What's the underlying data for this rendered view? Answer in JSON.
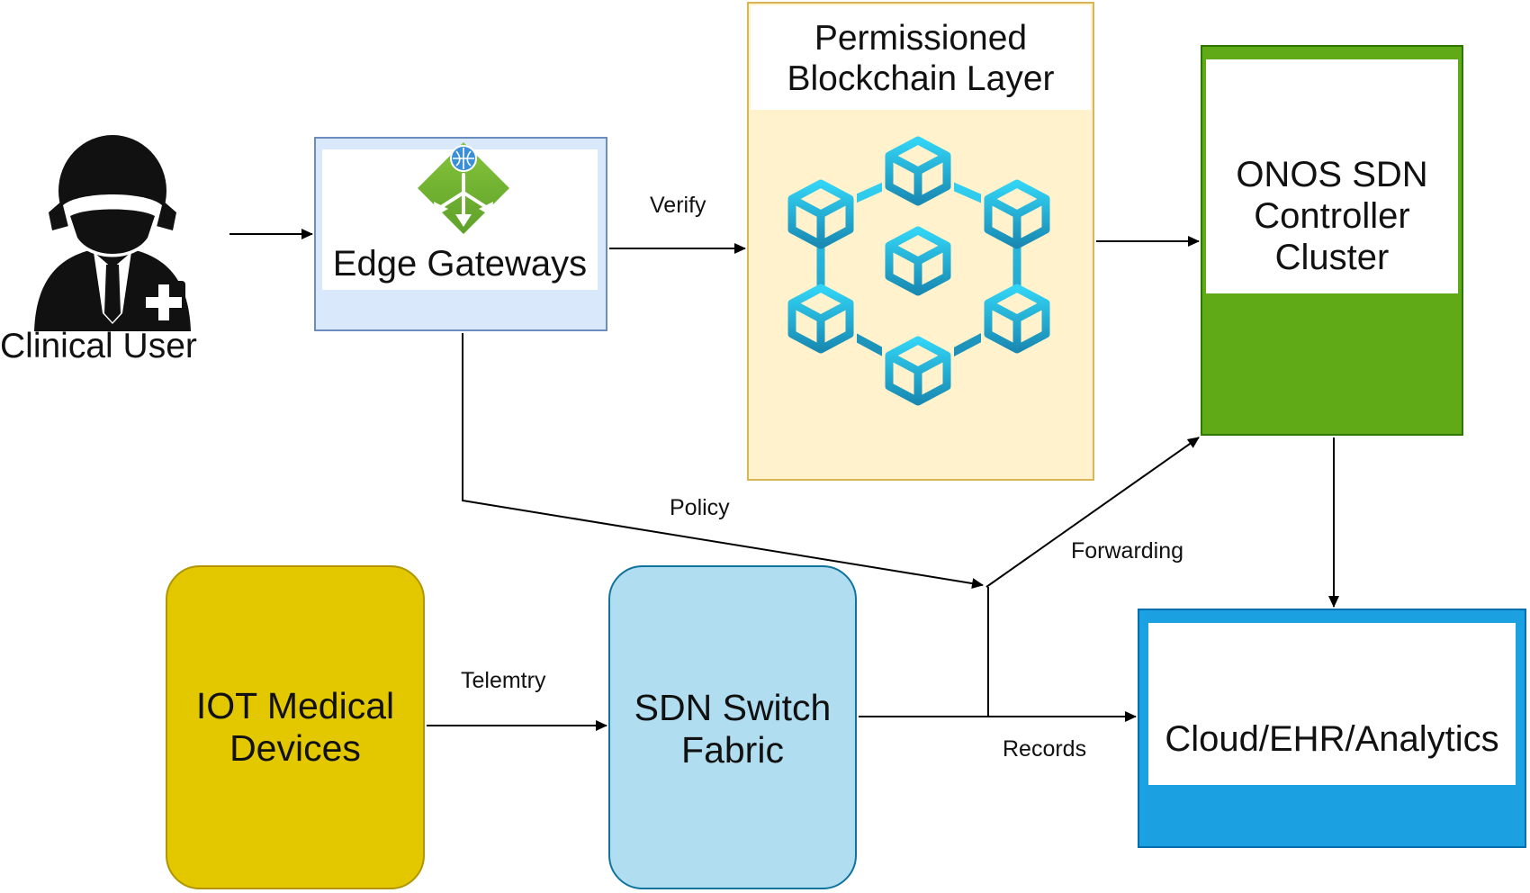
{
  "diagram": {
    "nodes": {
      "clinical_user": {
        "label": "Clinical User",
        "icon": "doctor-user-icon"
      },
      "edge_gateways": {
        "label": "Edge Gateways",
        "icon": "gateway-icon"
      },
      "blockchain": {
        "label": "Permissioned Blockchain Layer",
        "icon": "blockchain-network-icon"
      },
      "onos": {
        "label": "ONOS SDN Controller Cluster"
      },
      "cloud": {
        "label": "Cloud/EHR/Analytics"
      },
      "iot": {
        "label": "IOT Medical Devices"
      },
      "sdn_switch": {
        "label": "SDN Switch Fabric"
      }
    },
    "edges": {
      "verify": "Verify",
      "policy": "Policy",
      "forwarding": "Forwarding",
      "telemetry": "Telemtry",
      "records": "Records"
    },
    "colors": {
      "edge_fill": "#dae8fc",
      "edge_stroke": "#6c8ebf",
      "blockchain_fill": "#fff2cc",
      "blockchain_stroke": "#d6b656",
      "onos_fill": "#60a917",
      "cloud_fill": "#1ba1e2",
      "iot_fill": "#e3c800",
      "sdn_fill": "#b1ddf0",
      "cube_gradient_top": "#32d4f5",
      "cube_gradient_bottom": "#198ab3"
    }
  }
}
